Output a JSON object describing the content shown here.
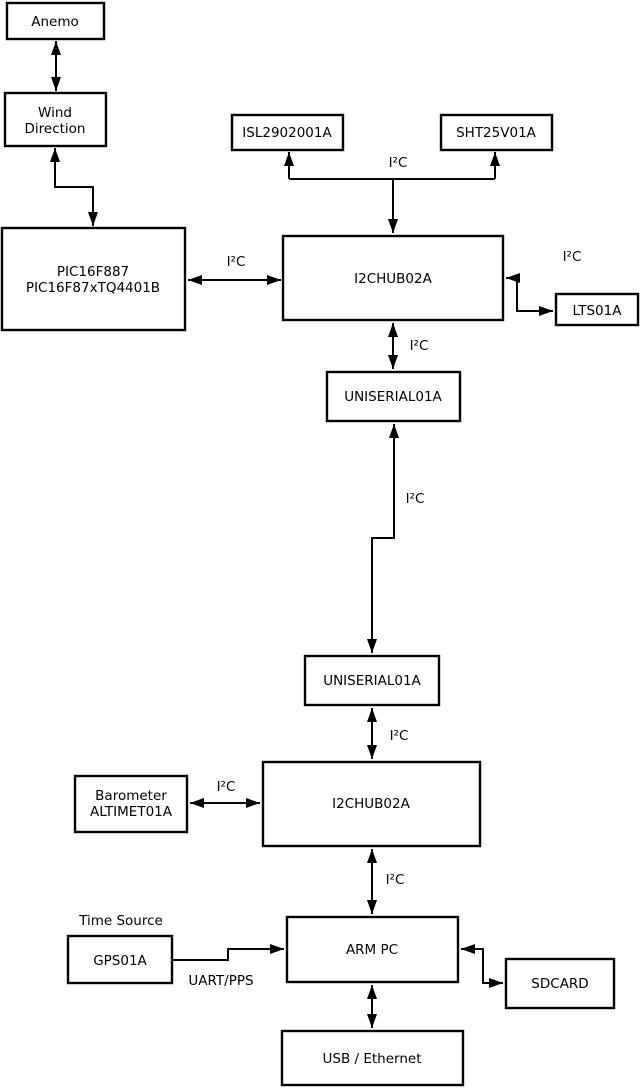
{
  "diagram": {
    "background": "#ffffff",
    "line_color": "#000000",
    "text_color": "#000000",
    "nodes": {
      "anemo": {
        "lines": [
          "Anemo"
        ]
      },
      "wind_direction": {
        "lines": [
          "Wind",
          "Direction"
        ]
      },
      "pic": {
        "lines": [
          "PIC16F887",
          "PIC16F87xTQ4401B"
        ]
      },
      "isl": {
        "lines": [
          "ISL2902001A"
        ]
      },
      "sht": {
        "lines": [
          "SHT25V01A"
        ]
      },
      "hub1": {
        "lines": [
          "I2CHUB02A"
        ]
      },
      "lts": {
        "lines": [
          "LTS01A"
        ]
      },
      "uniserial1": {
        "lines": [
          "UNISERIAL01A"
        ]
      },
      "uniserial2": {
        "lines": [
          "UNISERIAL01A"
        ]
      },
      "barometer": {
        "lines": [
          "Barometer",
          "ALTIMET01A"
        ]
      },
      "hub2": {
        "lines": [
          "I2CHUB02A"
        ]
      },
      "gps": {
        "lines": [
          "GPS01A"
        ]
      },
      "arm_pc": {
        "lines": [
          "ARM PC"
        ]
      },
      "sdcard": {
        "lines": [
          "SDCARD"
        ]
      },
      "usb_ethernet": {
        "lines": [
          "USB / Ethernet"
        ]
      }
    },
    "edge_labels": {
      "bus_top": "I²C",
      "pic_hub1": "I²C",
      "hub1_lts": "I²C",
      "hub1_uniserial1": "I²C",
      "uniserial_link": "I²C",
      "uniserial2_hub2": "I²C",
      "barometer_hub2": "I²C",
      "hub2_armpc": "I²C",
      "gps_armpc": "UART/PPS",
      "time_source": "Time Source"
    },
    "edges": [
      {
        "from": "hub1",
        "to": "isl",
        "label": "I²C",
        "bidirectional": false
      },
      {
        "from": "hub1",
        "to": "sht",
        "label": "I²C",
        "bidirectional": false
      },
      {
        "from": "anemo",
        "to": "wind_direction",
        "label": "",
        "bidirectional": true
      },
      {
        "from": "wind_direction",
        "to": "pic",
        "label": "",
        "bidirectional": true
      },
      {
        "from": "pic",
        "to": "hub1",
        "label": "I²C",
        "bidirectional": true
      },
      {
        "from": "hub1",
        "to": "lts",
        "label": "I²C",
        "bidirectional": true
      },
      {
        "from": "hub1",
        "to": "uniserial1",
        "label": "I²C",
        "bidirectional": true
      },
      {
        "from": "uniserial1",
        "to": "uniserial2",
        "label": "I²C",
        "bidirectional": true
      },
      {
        "from": "uniserial2",
        "to": "hub2",
        "label": "I²C",
        "bidirectional": true
      },
      {
        "from": "barometer",
        "to": "hub2",
        "label": "I²C",
        "bidirectional": true
      },
      {
        "from": "hub2",
        "to": "arm_pc",
        "label": "I²C",
        "bidirectional": true
      },
      {
        "from": "gps",
        "to": "arm_pc",
        "label": "UART/PPS",
        "bidirectional": false
      },
      {
        "from": "arm_pc",
        "to": "sdcard",
        "label": "",
        "bidirectional": true
      },
      {
        "from": "arm_pc",
        "to": "usb_ethernet",
        "label": "",
        "bidirectional": true
      }
    ]
  }
}
